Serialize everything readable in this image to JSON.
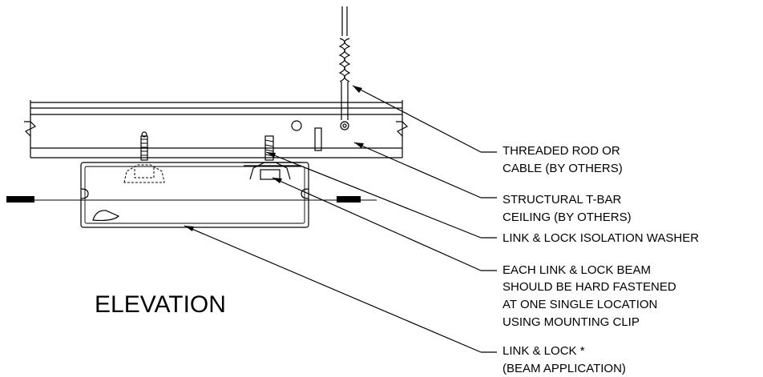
{
  "title": "ELEVATION",
  "callouts": {
    "threaded_rod": [
      "THREADED ROD OR",
      "CABLE (BY OTHERS)"
    ],
    "tbar": [
      "STRUCTURAL T-BAR",
      "CEILING (BY OTHERS)"
    ],
    "washer": [
      "LINK & LOCK ISOLATION WASHER"
    ],
    "each_beam": [
      "EACH LINK & LOCK BEAM",
      "SHOULD BE HARD FASTENED",
      "AT ONE SINGLE LOCATION",
      "USING MOUNTING CLIP"
    ],
    "link_lock": [
      "LINK & LOCK *",
      "(BEAM APPLICATION)"
    ]
  }
}
